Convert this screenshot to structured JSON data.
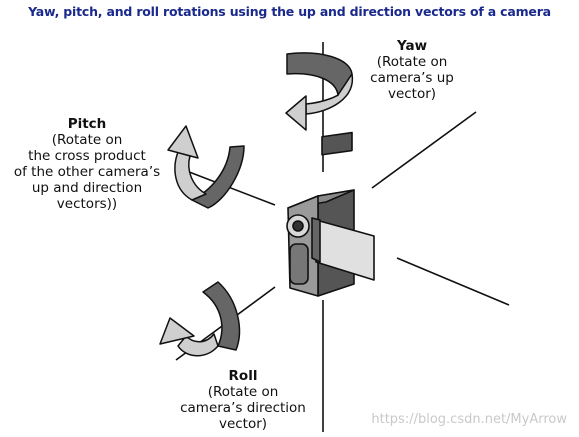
{
  "title": "Yaw, pitch, and roll rotations using the up and direction vectors of a camera",
  "yaw": {
    "heading": "Yaw",
    "lines": [
      "(Rotate on",
      "camera’s up",
      "vector)"
    ]
  },
  "pitch": {
    "heading": "Pitch",
    "lines": [
      "(Rotate on",
      "the cross product",
      "of the other camera’s",
      "up and direction",
      "vectors))"
    ]
  },
  "roll": {
    "heading": "Roll",
    "lines": [
      "(Rotate on",
      "camera’s direction",
      "vector)"
    ]
  },
  "watermark": "https://blog.csdn.net/MyArrow",
  "colors": {
    "title": "#1a2a8c",
    "arrow_dark": "#666666",
    "arrow_light": "#cfcfcf",
    "outline": "#111111"
  }
}
